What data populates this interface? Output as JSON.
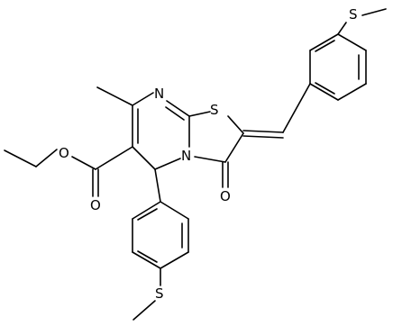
{
  "atoms": {
    "S_thiazole": "S",
    "N_imine": "N",
    "N_ring": "N",
    "O_carbonyl": "O",
    "O_ester_carbonyl": "O",
    "O_ester": "O",
    "S_top": "S",
    "S_bottom": "S"
  }
}
